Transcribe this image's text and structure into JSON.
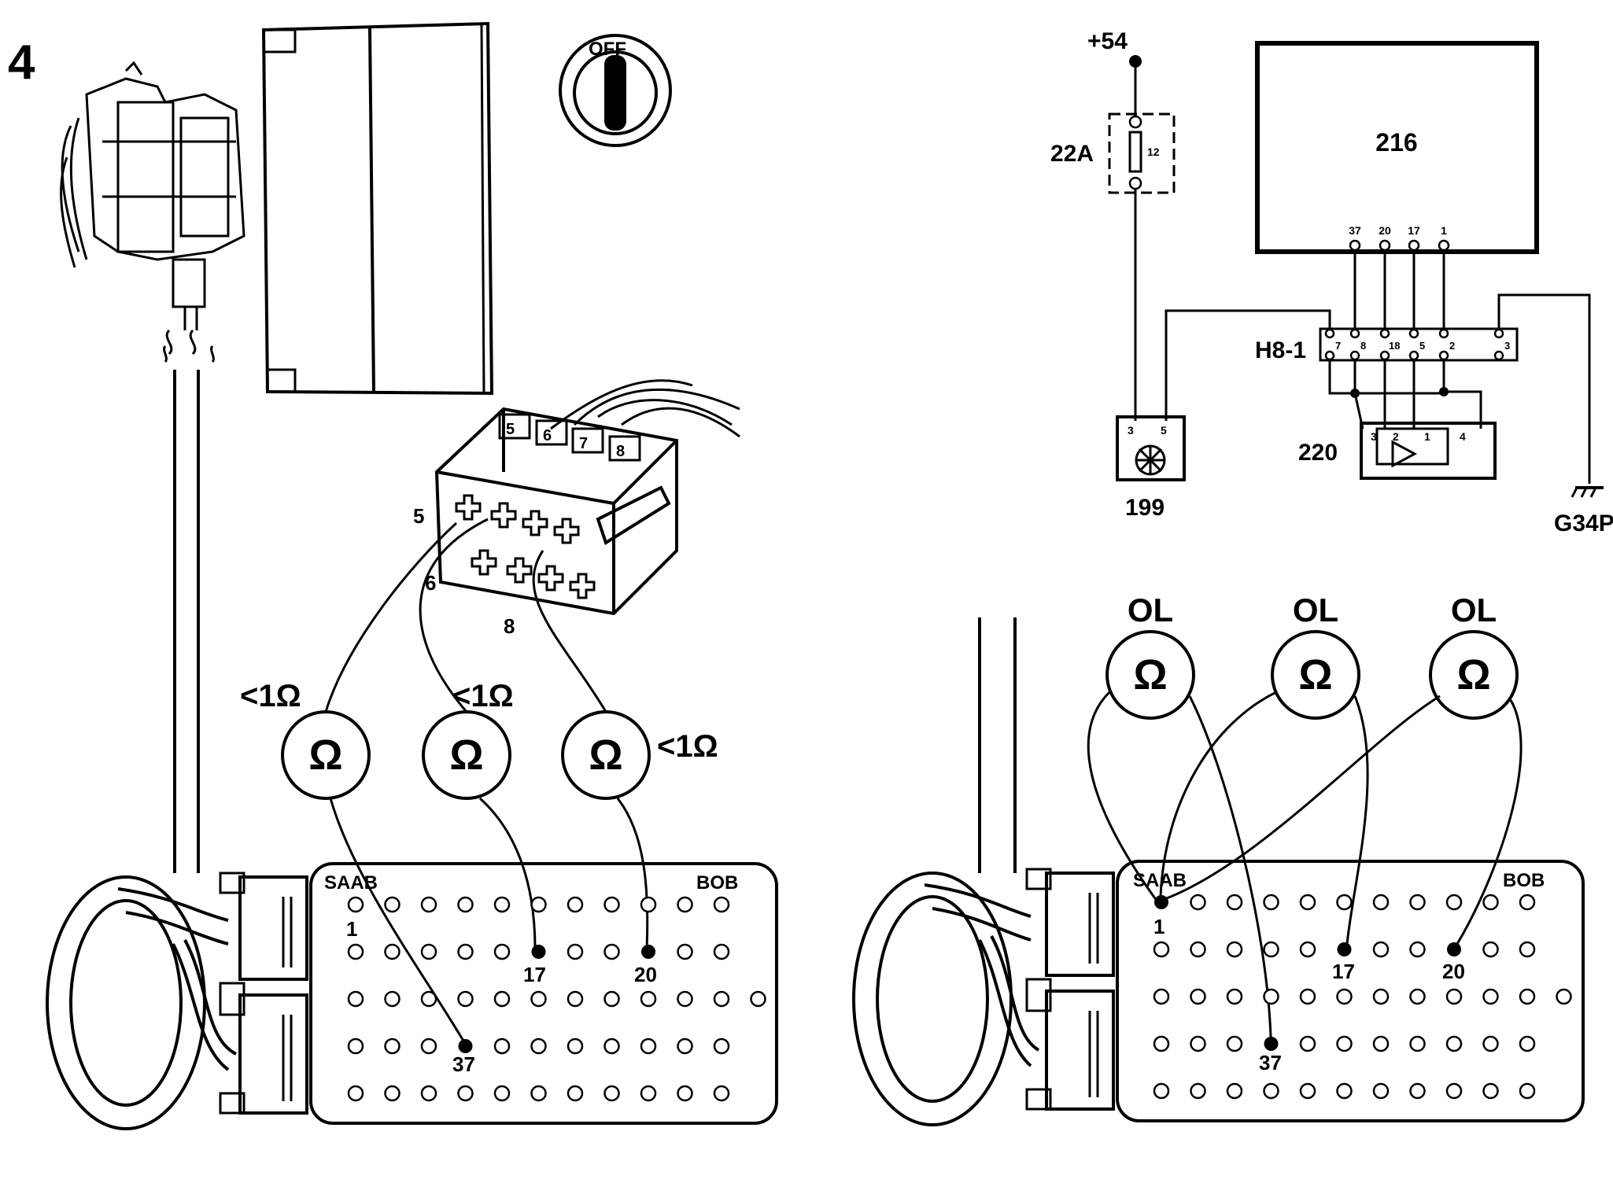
{
  "figure_number": "4",
  "ignition": {
    "label": "OFF"
  },
  "connector": {
    "pin_labels": [
      "5",
      "6",
      "7",
      "8"
    ],
    "side_labels": [
      "5",
      "6",
      "8"
    ]
  },
  "meters": {
    "symbol": "Ω",
    "left": [
      {
        "reading": "<1Ω",
        "box_pin": "37"
      },
      {
        "reading": "<1Ω",
        "box_pin": "17"
      },
      {
        "reading": "<1Ω",
        "box_pin": "20"
      }
    ],
    "right": [
      {
        "reading": "OL"
      },
      {
        "reading": "OL"
      },
      {
        "reading": "OL"
      }
    ]
  },
  "breakout_box": {
    "brand_left": "SAAB",
    "brand_right": "BOB",
    "pin_labels": [
      "1",
      "17",
      "20",
      "37"
    ]
  },
  "schematic": {
    "supply": "+54",
    "fuse": {
      "id": "22A",
      "number": "12"
    },
    "module": {
      "id": "216",
      "pins": [
        "37",
        "20",
        "17",
        "1"
      ]
    },
    "harness_connector": {
      "id": "H8-1",
      "pins": [
        "7",
        "8",
        "18",
        "5",
        "2",
        "3"
      ]
    },
    "motor": {
      "id": "199",
      "pins": [
        "3",
        "5"
      ]
    },
    "amplifier": {
      "id": "220",
      "pins": [
        "3",
        "2",
        "1",
        "4"
      ]
    },
    "ground": {
      "id": "G34P"
    }
  }
}
